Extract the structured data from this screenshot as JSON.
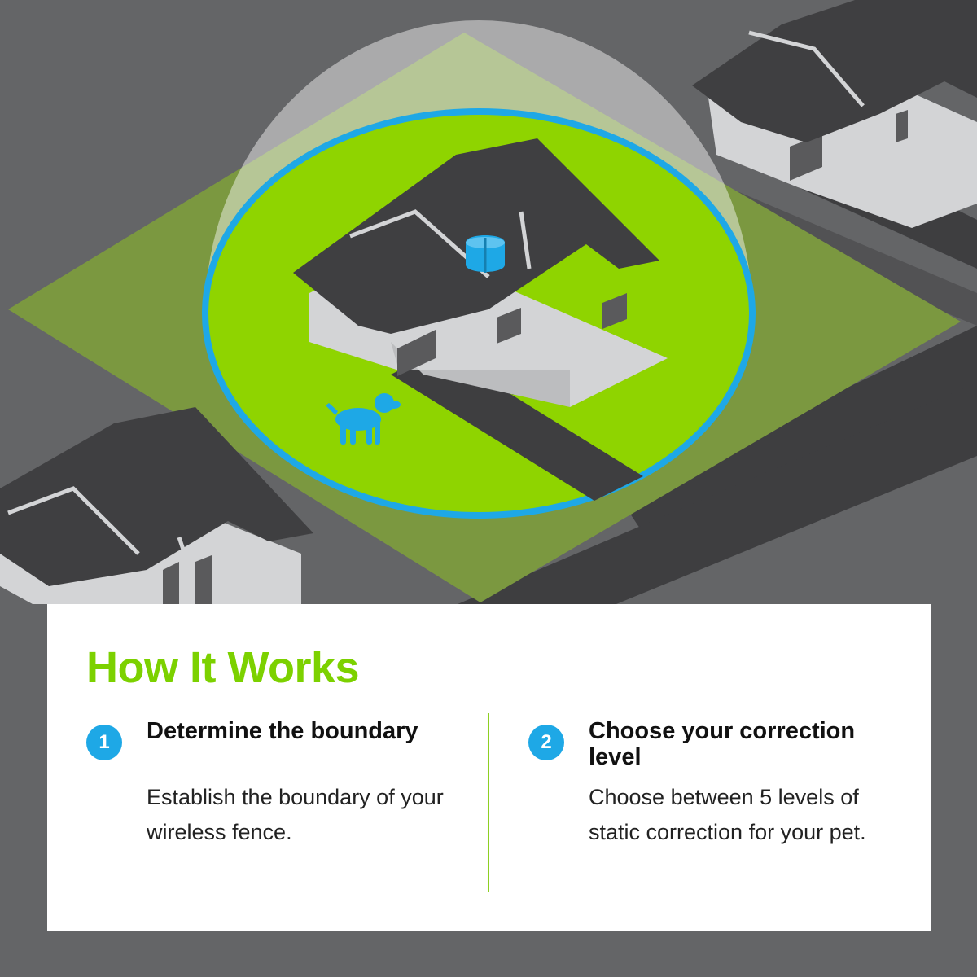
{
  "panel": {
    "title": "How It Works",
    "steps": [
      {
        "number": "1",
        "title": "Determine the boundary",
        "body": "Establish the boundary of your wireless fence."
      },
      {
        "number": "2",
        "title": "Choose your correction level",
        "body": "Choose between 5 levels of static correction for your pet."
      }
    ]
  },
  "colors": {
    "background": "#646567",
    "lawn": "#7b9840",
    "fence_zone": "#8fd400",
    "boundary_ring": "#1ea8e6",
    "roof": "#3f3f41",
    "walls": "#d3d4d6",
    "title_green": "#7cd100",
    "badge_blue": "#1ea8e6"
  },
  "illustration": {
    "icons": [
      "wireless-transmitter-icon",
      "dog-icon"
    ]
  }
}
